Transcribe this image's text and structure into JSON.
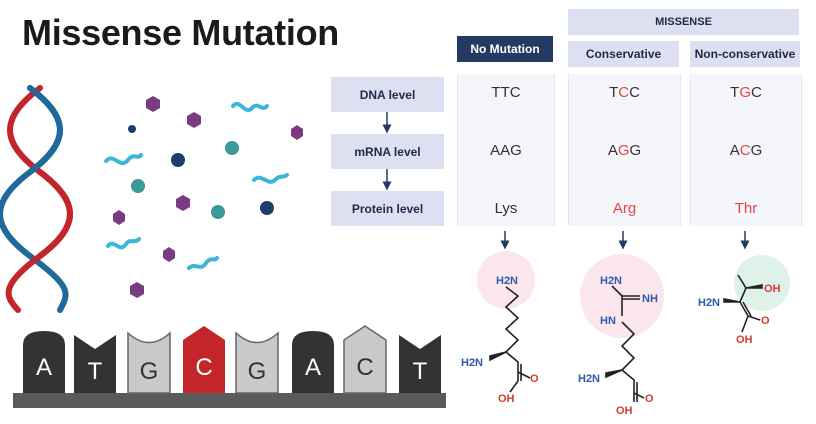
{
  "title": "Missense Mutation",
  "header": {
    "no_mutation": "No Mutation",
    "missense": "MISSENSE",
    "conservative": "Conservative",
    "non_conservative": "Non-conservative"
  },
  "levels": [
    "DNA level",
    "mRNA level",
    "Protein level"
  ],
  "columns": {
    "no_mutation": {
      "dna": [
        "TTC",
        ""
      ],
      "mrna": [
        "AAG",
        ""
      ],
      "protein": "Lys"
    },
    "conservative": {
      "dna": [
        "T",
        "C",
        "C"
      ],
      "mrna": [
        "A",
        "G",
        "G"
      ],
      "protein": "Arg"
    },
    "non_conservative": {
      "dna": [
        "T",
        "G",
        "C"
      ],
      "mrna": [
        "A",
        "C",
        "G"
      ],
      "protein": "Thr"
    }
  },
  "dna_bases": [
    "A",
    "T",
    "G",
    "C",
    "G",
    "A",
    "C",
    "T"
  ],
  "molecules": {
    "lys": {
      "top_amine": "H2N",
      "alpha_amine": "H2N",
      "oxygen": "O",
      "hydroxyl": "OH"
    },
    "arg": {
      "amine": "H2N",
      "imine": "NH",
      "hn": "HN",
      "alpha_amine": "H2N",
      "oxygen": "O",
      "hydroxyl": "OH"
    },
    "thr": {
      "side_oh": "OH",
      "alpha_amine": "H2N",
      "oxygen": "O",
      "hydroxyl": "OH"
    }
  },
  "colors": {
    "dark_navy": "#233b63",
    "header_light": "#dde0f0",
    "mutation_red": "#e8453c",
    "helix_blue": "#1f6a9a",
    "helix_red": "#c3262a",
    "nitrogen_blue": "#2e5aa8",
    "oxygen_red": "#d63a2f"
  }
}
